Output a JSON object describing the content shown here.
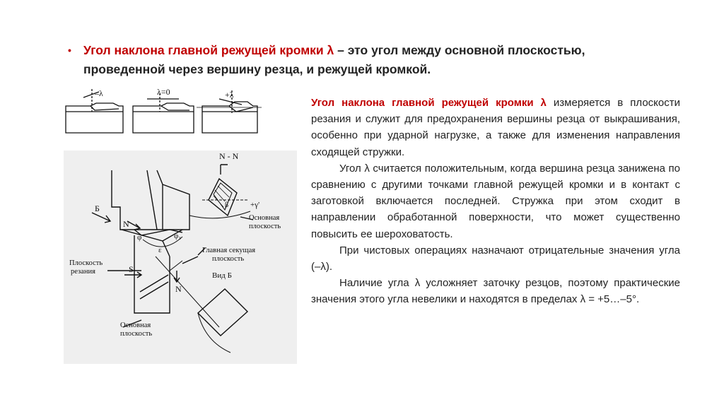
{
  "title": {
    "bullet": "•",
    "highlight": "Угол наклона главной режущей кромки λ",
    "rest": " – это угол между основной плоскостью, проведенной через вершину резца, и режущей кромкой."
  },
  "text": {
    "p1_highlight": "Угол наклона главной режущей кромки λ",
    "p1_rest": "  измеряется в плоскости резания и служит для предохранения вершины резца от выкрашивания, особенно при ударной нагрузке, а также для изменения направления сходящей стружки.",
    "p2": "Угол λ считается положительным, когда вершина резца занижена по сравнению с другими точками главной режущей кромки и в контакт с заготовкой включается последней. Стружка при этом сходит в направлении обработанной поверхности, что может существенно повысить ее шероховатость.",
    "p3": "При чистовых операциях назначают отрицательные значения угла (–λ).",
    "p4": "Наличие угла λ усложняет заточку резцов, поэтому практические значения этого угла невелики и находятся в пределах λ = +5…–5°."
  },
  "figure_top": {
    "label_neg": "–λ",
    "label_zero": "λ=0",
    "label_pos": "+λ"
  },
  "figure_main": {
    "label_nn": "N - N",
    "label_gamma": "+γ'",
    "label_beta": "β",
    "label_base_plane_1": "Основная",
    "label_base_plane_2": "плоскость",
    "label_b": "Б",
    "label_n1": "N",
    "label_phi": "φ",
    "label_phi1": "φ₁",
    "label_eps": "ε",
    "label_main_sec_1": "Главная секущая",
    "label_main_sec_2": "плоскость",
    "label_cut_plane_1": "Плоскость",
    "label_cut_plane_2": "резания",
    "label_s": "S",
    "label_view_b": "Вид Б",
    "label_n2": "N",
    "label_base_plane2_1": "Основная",
    "label_base_plane2_2": "плоскость"
  }
}
